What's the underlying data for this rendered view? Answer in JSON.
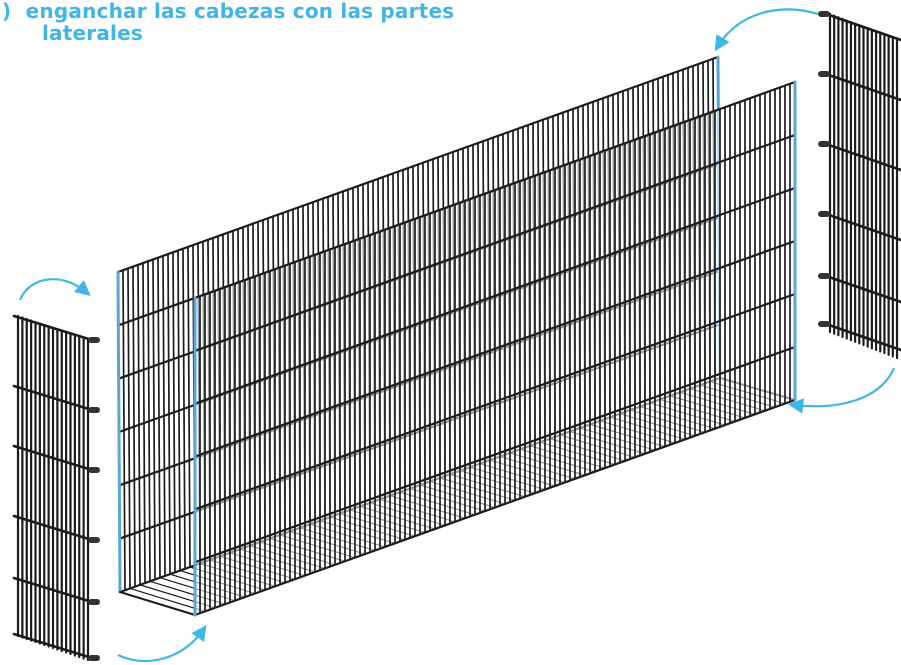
{
  "instruction": {
    "marker": ")",
    "line1": "enganchar las cabezas con las partes",
    "line2": "laterales"
  },
  "colors": {
    "caption": "#3fb6e6",
    "arrow": "#3fb6e6",
    "wire": "#1c1c1c",
    "hook_edge": "#5aa7d4"
  },
  "parts": [
    {
      "name": "basket-body",
      "icon": "long-wire-mesh-basket"
    },
    {
      "name": "left-head-panel",
      "icon": "wire-mesh-end-panel"
    },
    {
      "name": "right-head-panel",
      "icon": "wire-mesh-end-panel"
    }
  ],
  "arrows": [
    {
      "name": "arrow-left-top",
      "icon": "curved-arrow"
    },
    {
      "name": "arrow-left-bottom",
      "icon": "curved-arrow"
    },
    {
      "name": "arrow-right-top",
      "icon": "curved-arrow"
    },
    {
      "name": "arrow-right-bottom",
      "icon": "curved-arrow"
    }
  ]
}
